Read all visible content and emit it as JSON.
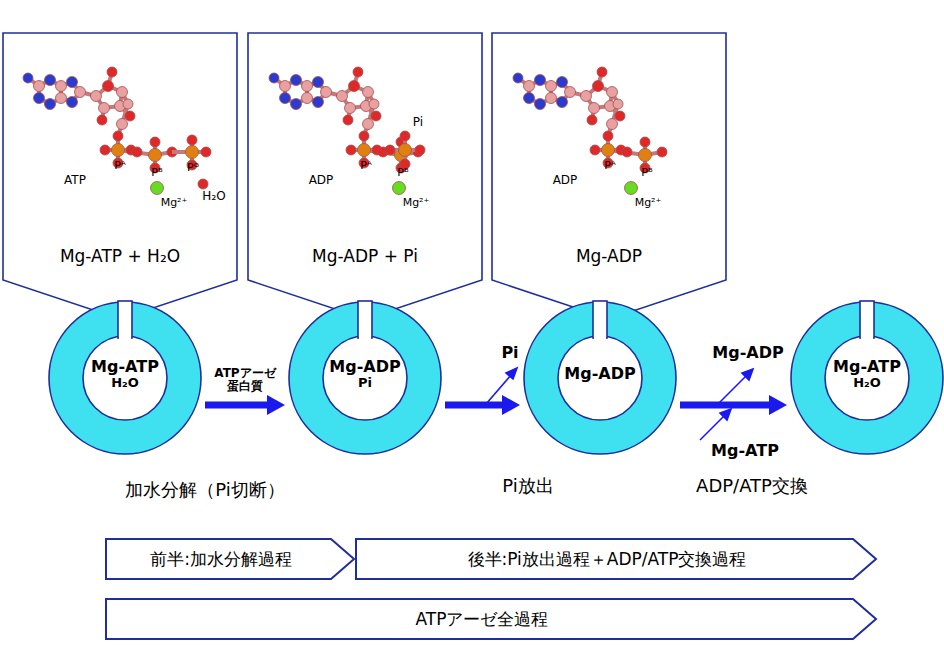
{
  "diagram": {
    "nodes": [
      {
        "text": [
          "Mg-ATP + H₂O"
        ]
      },
      {
        "text": [
          "Mg-ADP + Pi"
        ]
      },
      {
        "text": [
          "Mg-ADP"
        ]
      },
      {
        "text": [
          "Mg-ATP",
          "H₂O"
        ]
      },
      {
        "text": [
          "Mg-ADP",
          "Pi"
        ]
      },
      {
        "text": [
          "Mg-ADP"
        ]
      },
      {
        "text": [
          "Mg-ATP",
          "H₂O"
        ]
      },
      {
        "text": [
          "前半:加水分解過程"
        ]
      },
      {
        "text": [
          "後半:Pi放出過程＋ADP/ATP交換過程"
        ]
      },
      {
        "text": [
          "ATPアーゼ全過程"
        ]
      }
    ],
    "edges": [
      {
        "from": 3,
        "to": 4,
        "arrow": "to",
        "label": "ATPアーゼ 蛋白質"
      },
      {
        "from": 4,
        "to": 5,
        "arrow": "to"
      },
      {
        "from": 5,
        "to": 6,
        "arrow": "to"
      }
    ],
    "labels": [
      "ATP",
      "Pᴬ",
      "Pᴮ",
      "Pᴳ",
      "Mg²⁺",
      "H₂O",
      "ADP",
      "Pᴬ",
      "Pᴮ",
      "Pi",
      "Mg²⁺",
      "ADP",
      "Pᴬ",
      "Pᴮ",
      "Mg²⁺",
      "加水分解（Pi切断）",
      "Pi",
      "Pi放出",
      "Mg-ADP",
      "Mg-ATP",
      "ADP/ATP交換"
    ]
  }
}
